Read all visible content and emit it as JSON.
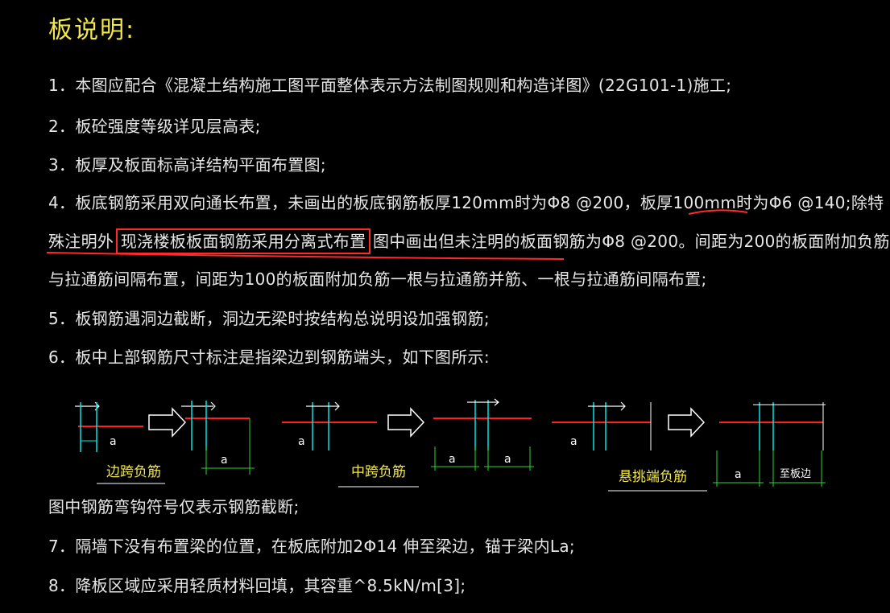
{
  "title": "板说明:",
  "notes": {
    "n1": "1．本图应配合《混凝土结构施工图平面整体表示方法制图规则和构造详图》(22G101-1)施工;",
    "n2": "2．板砼强度等级详见层高表;",
    "n3": "3．板厚及板面标高详结构平面布置图;",
    "n4a": "4．板底钢筋采用双向通长布置，未画出的板底钢筋板厚120mm时为Φ8 @200，板厚100mm时为Φ6 @140;",
    "n4a_tail": "除特",
    "n4b_pre": "殊注明外",
    "n4b_box": "现浇楼板板面钢筋采用分离式布置",
    "n4b_post": "图中画出但未注明的板面钢筋为Φ8 @200。间距为200的板面附加负筋",
    "n4c": "与拉通筋间隔布置，间距为100的板面附加负筋一根与拉通筋并筋、一根与拉通筋间隔布置;",
    "n5": "5．板钢筋遇洞边截断，洞边无梁时按结构总说明设加强钢筋;",
    "n6": "6．板中上部钢筋尺寸标注是指梁边到钢筋端头，如下图所示:",
    "n6_after": "图中钢筋弯钩符号仅表示钢筋截断;",
    "n7": "7．隔墙下没有布置梁的位置，在板底附加2Φ14 伸至梁边，锚于梁内La;",
    "n8": "8．降板区域应采用轻质材料回填，其容重^8.5kN/m[3];"
  },
  "diagram": {
    "dim_a": "a",
    "label_edge": "边跨负筋",
    "label_mid": "中跨负筋",
    "label_cant": "悬挑端负筋",
    "label_to_edge": "至板边"
  },
  "colors": {
    "background": "#000000",
    "title": "#f2e84a",
    "text": "#e6e6e6",
    "highlight": "#ff2a2a",
    "rebar_red": "#ff2020",
    "beam_cyan": "#00e6e6",
    "dim_green": "#2dd62d",
    "label_yellow": "#f2e84a"
  }
}
